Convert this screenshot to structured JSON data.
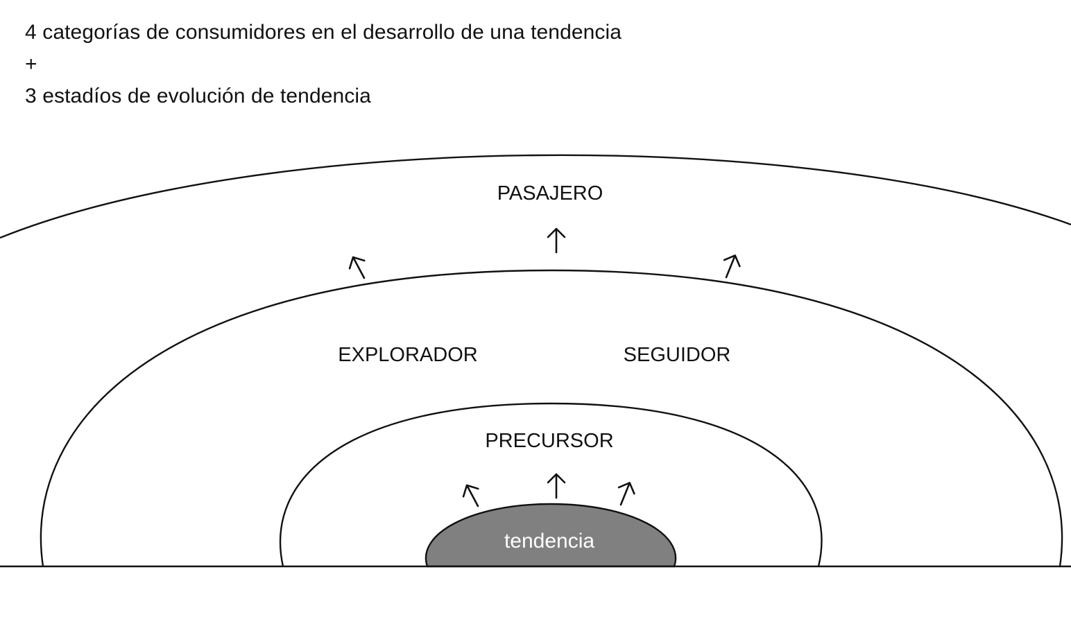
{
  "heading": {
    "line1": "4 categorías de consumidores en el desarrollo de una tendencia",
    "line2": "+",
    "line3": "3 estadíos de evolución de tendencia"
  },
  "diagram": {
    "core": {
      "label": "tendencia",
      "fill_color": "#808080"
    },
    "rings": [
      {
        "name": "precursor",
        "label": "PRECURSOR"
      },
      {
        "name": "explorador",
        "label": "EXPLORADOR"
      },
      {
        "name": "seguidor",
        "label": "SEGUIDOR"
      },
      {
        "name": "pasajero",
        "label": "PASAJERO"
      }
    ],
    "arrow_icon": "up-arrow-icon",
    "line_color": "#111111"
  }
}
